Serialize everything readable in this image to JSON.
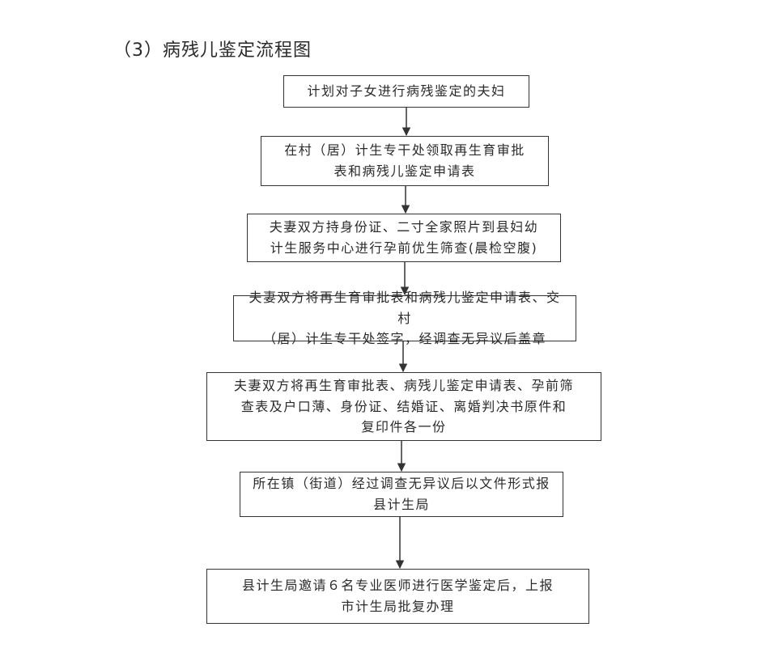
{
  "title": "（3）病残儿鉴定流程图",
  "steps": [
    "计划对子女进行病残鉴定的夫妇",
    "在村（居）计生专干处领取再生育审批\n表和病残儿鉴定申请表",
    "夫妻双方持身份证、二寸全家照片到县妇幼\n计生服务中心进行孕前优生筛查(晨检空腹)",
    "夫妻双方将再生育审批表和病残儿鉴定申请表、交村\n（居）计生专干处签字，经调查无异议后盖章",
    "夫妻双方将再生育审批表、病残儿鉴定申请表、孕前筛\n查表及户口薄、身份证、结婚证、离婚判决书原件和\n复印件各一份",
    "所在镇（街道）经过调查无异议后以文件形式报\n县计生局",
    "县计生局邀请６名专业医师进行医学鉴定后，上报\n市计生局批复办理"
  ]
}
